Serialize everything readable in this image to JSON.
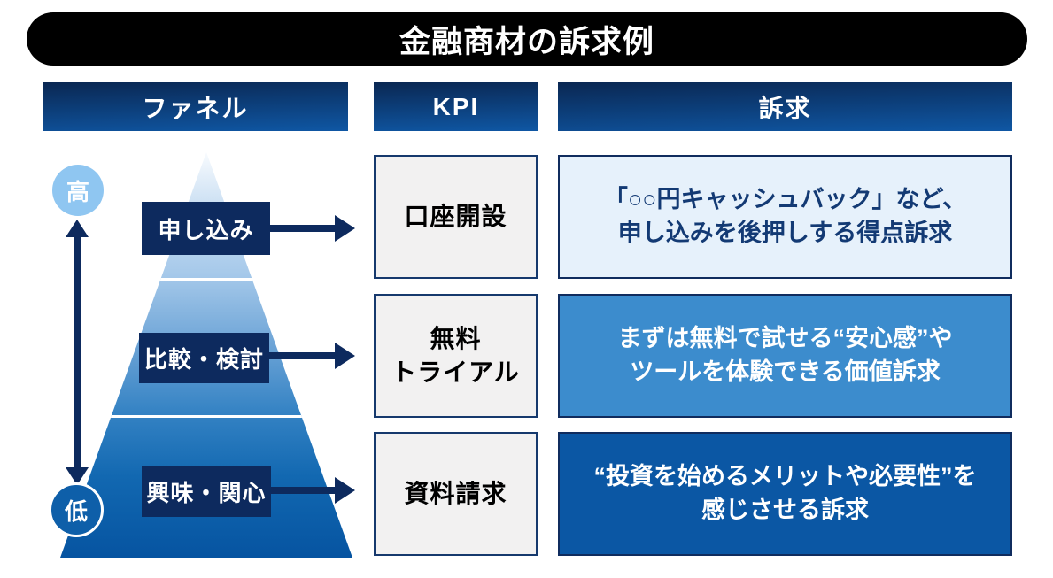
{
  "title": "金融商材の訴求例",
  "headers": {
    "funnel": "ファネル",
    "kpi": "KPI",
    "appeal": "訴求"
  },
  "axis": {
    "high": "高",
    "low": "低"
  },
  "stages": [
    {
      "funnel_label": "申し込み",
      "kpi": "口座開設",
      "appeal": "「○○円キャッシュバック」など、\n申し込みを後押しする得点訴求"
    },
    {
      "funnel_label": "比較・検討",
      "kpi": "無料\nトライアル",
      "appeal": "まずは無料で試せる“安心感”や\nツールを体験できる価値訴求"
    },
    {
      "funnel_label": "興味・関心",
      "kpi": "資料請求",
      "appeal": "“投資を始めるメリットや必要性”を\n感じさせる訴求"
    }
  ],
  "colors": {
    "navy": "#0d2a5e",
    "header_gradient_top": "#0a2752",
    "header_gradient_bottom": "#0f57a4",
    "funnel_gradient_top": "#f8fbfe",
    "funnel_gradient_bottom": "#0654a1",
    "high_circle_bg": "#8fc6f1",
    "low_circle_bg": "#0e5fa9",
    "kpi_box_bg": "#f2f1f1",
    "appeal1_bg": "#e6f1fb",
    "appeal1_text": "#133a74",
    "appeal2_bg": "#3c8ccd",
    "appeal3_bg": "#0b57a4",
    "title_bg": "#000000"
  }
}
